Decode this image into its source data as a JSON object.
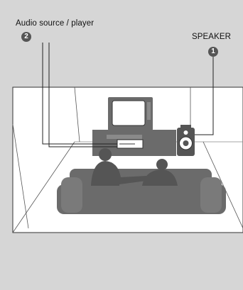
{
  "labels": {
    "audio_source": "Audio source / player",
    "speaker": "SPEAKER"
  },
  "callouts": {
    "audio_number": "2",
    "speaker_number": "1"
  },
  "colors": {
    "background": "#d6d6d6",
    "room_fill": "#ffffff",
    "furniture": "#6b6b6b",
    "furniture_light": "#8a8a8a",
    "line": "#222222",
    "badge": "#555555"
  },
  "icons": [
    "tv-icon",
    "speaker-icon",
    "dvd-player-icon",
    "sofa-icon",
    "people-silhouette-icon"
  ]
}
